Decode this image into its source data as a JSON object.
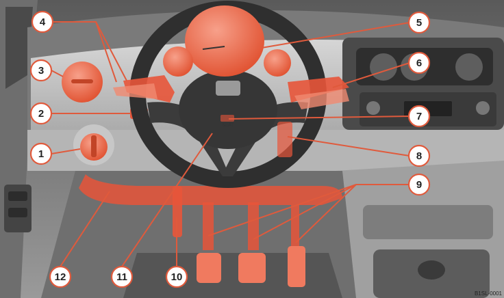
{
  "figure": {
    "reference_code": "B1SL-0001",
    "colors": {
      "highlight": "#e8553a",
      "highlight_light": "#f08a70",
      "dash_dark": "#3d3d3d",
      "dash_mid": "#8a8a8a",
      "dash_light": "#c9c9c9",
      "callout_stroke": "#e05a3c"
    },
    "callouts": [
      {
        "number": "1"
      },
      {
        "number": "2"
      },
      {
        "number": "3"
      },
      {
        "number": "4"
      },
      {
        "number": "5"
      },
      {
        "number": "6"
      },
      {
        "number": "7"
      },
      {
        "number": "8"
      },
      {
        "number": "9"
      },
      {
        "number": "10"
      },
      {
        "number": "11"
      },
      {
        "number": "12"
      }
    ]
  }
}
